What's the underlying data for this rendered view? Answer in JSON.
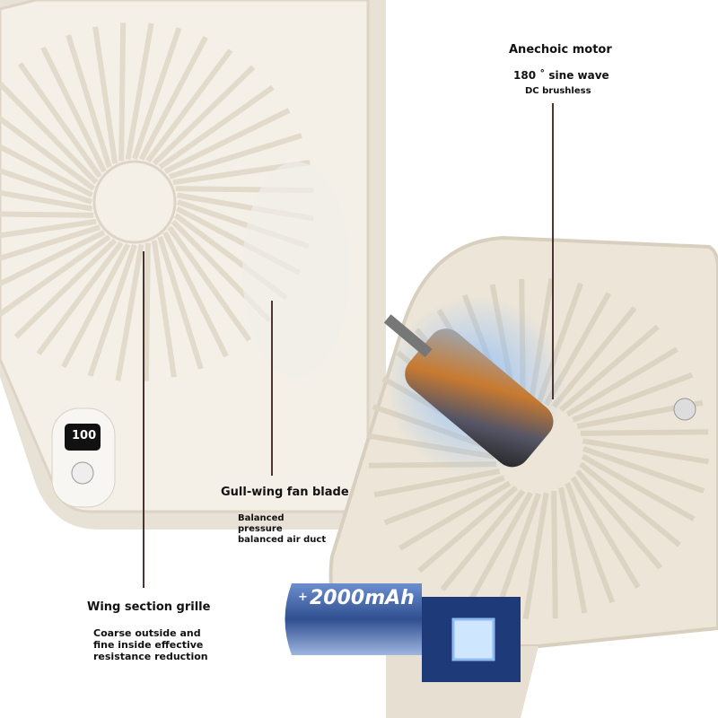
{
  "labels": {
    "motor": {
      "title": "Anechoic motor",
      "line1": "180 ˚  sine wave",
      "line2": "DC brushless"
    },
    "blade": {
      "title": "Gull-wing fan blade",
      "desc": [
        "Balanced",
        "pressure",
        "balanced air duct"
      ]
    },
    "grille": {
      "title": "Wing section grille",
      "desc": [
        "Coarse outside and",
        "fine inside effective",
        "resistance reduction"
      ]
    }
  },
  "fan": {
    "display_value": "100",
    "battery_label": "2000mAh",
    "battery_plus": "+",
    "battery_minus": "−"
  },
  "colors": {
    "fan_body": "#efe9df",
    "callout_line": "#4a3530",
    "battery": "#3d63a8"
  }
}
